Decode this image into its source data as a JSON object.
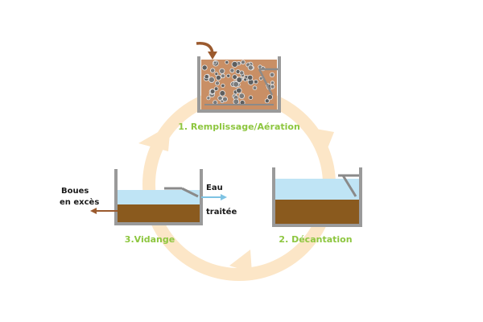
{
  "colors": {
    "cycle": "#fce6c7",
    "label_green": "#8dc63f",
    "tank_wall": "#9a9a9a",
    "water": "#bfe4f5",
    "sludge": "#8a5a1e",
    "mix": "#c98f65",
    "arrow_brown": "#9b5a2e",
    "arrow_blue": "#7ec3e3"
  },
  "steps": [
    {
      "id": "fill",
      "label": "1. Remplissage/Aération"
    },
    {
      "id": "settle",
      "label": "2. Décantation"
    },
    {
      "id": "drain",
      "label": "3.Vidange"
    }
  ],
  "outputs": {
    "sludge_line1": "Boues",
    "sludge_line2": "en excès",
    "water_line1": "Eau",
    "water_line2": "traitée"
  }
}
